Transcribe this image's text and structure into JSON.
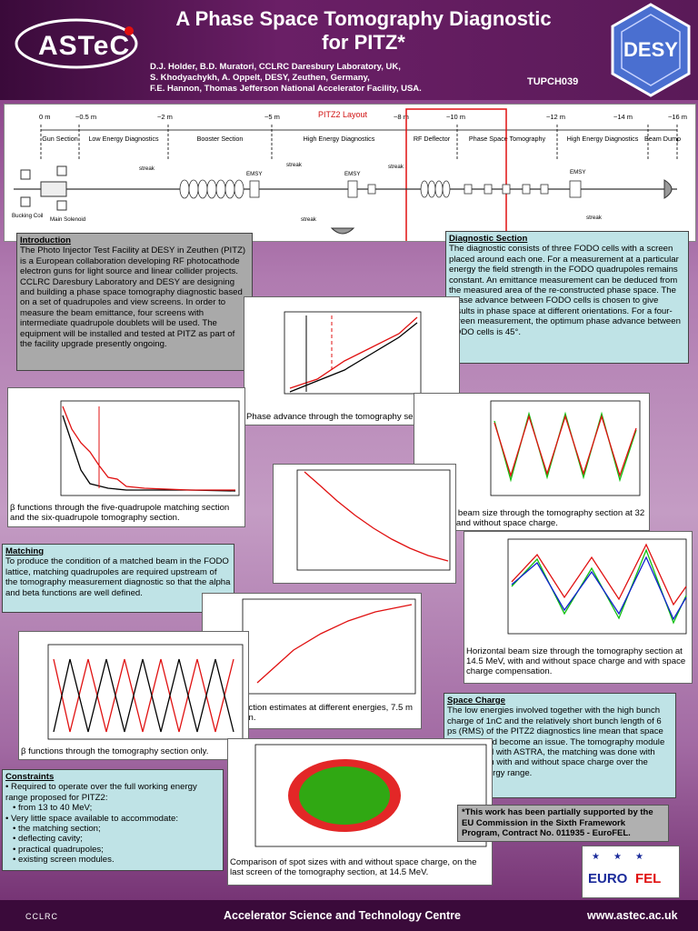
{
  "header": {
    "logo_text": "ASTeC",
    "title_line1": "A Phase Space Tomography Diagnostic",
    "title_line2": "for PITZ*",
    "authors": [
      "D.J. Holder, B.D. Muratori, CCLRC Daresbury Laboratory, UK,",
      "S. Khodyachykh, A. Oppelt, DESY, Zeuthen, Germany,",
      "F.E. Hannon, Thomas Jefferson National Accelerator Facility, USA."
    ],
    "code": "TUPCH039",
    "desy_text": "DESY"
  },
  "layout": {
    "title": "PITZ2 Layout",
    "distances": [
      "0 m",
      "~0.5 m",
      "~2 m",
      "~5 m",
      "~8 m",
      "~10 m",
      "~12 m",
      "~14 m",
      "~16 m"
    ],
    "sections": [
      "Gun Section",
      "Low Energy Diagnostics",
      "Booster Section",
      "High Energy Diagnostics",
      "RF Deflector",
      "Phase Space Tomography",
      "High Energy Diagnostics",
      "Beam Dump"
    ],
    "labels": [
      "Bucking Coil",
      "Main Solenoid",
      "streak",
      "EMSY",
      "streak",
      "EMSY",
      "streak",
      "streak",
      "EMSY",
      "streak"
    ]
  },
  "intro": {
    "heading": "Introduction",
    "text": "The Photo Injector Test Facility at DESY in Zeuthen (PITZ) is a European collaboration developing RF photocathode electron guns for light source and linear collider projects. CCLRC Daresbury Laboratory and DESY are designing and building a phase space tomography diagnostic based on a set of quadrupoles and view screens. In order to measure the beam emittance, four screens with intermediate quadrupole doublets will be used. The equipment will be installed and tested at PITZ as part of the facility upgrade presently ongoing."
  },
  "diagnostic": {
    "heading": "Diagnostic Section",
    "text": "The diagnostic consists of three FODO cells with a screen placed around each one. For a measurement at a particular energy the field strength in the FODO quadrupoles remains constant. An emittance measurement can be deduced from the measured area of the re-constructed phase space. The phase advance between FODO cells is chosen to give results in phase space at different orientations. For a four-screen measurement, the optimum phase advance between FODO cells is 45°."
  },
  "matching": {
    "heading": "Matching",
    "text": "To produce the condition of a matched beam in the FODO lattice, matching quadrupoles are required upstream of the tomography measurement diagnostic so that the alpha and beta functions are well defined."
  },
  "space_charge": {
    "heading": "Space Charge",
    "text": "The low energies involved together with the high bunch charge of 1nC and the relatively short bunch length of 6 ps (RMS) of the PITZ2 diagnostics line mean that space charge could become an issue. The tomography module was tracked with ASTRA, the matching was done with MADX, both with and without space charge over the desired energy range."
  },
  "constraints": {
    "heading": "Constraints",
    "items": [
      "• Required to operate over the full working energy range proposed for PITZ2:",
      "• from 13 to 40 MeV;",
      "• Very little space available to accommodate:",
      "• the matching section;",
      "• deflecting cavity;",
      "• practical quadrupoles;",
      "• existing screen modules."
    ]
  },
  "support": "*This work has been partially supported by the EU Commission in the Sixth Framework Program, Contract No. 011935 - EuroFEL.",
  "eurofel": {
    "euro": "EURO",
    "fel": "FEL"
  },
  "captions": {
    "phase_advance": "Phase advance through the tomography section.",
    "beta_five": "β functions through the five-quadrupole matching section and the six-quadrupole tomography section.",
    "horiz32": "Horizontal beam size through the tomography section at 32 MeV, with and without space charge.",
    "horiz14": "Horizontal beam size through the tomography section at 14.5 MeV, with and without space charge and with space charge compensation.",
    "alpha_beta": "α and β function estimates at different energies, 7.5 m from the gun.",
    "beta_tomo": "β functions through the tomography section only.",
    "spot": "Comparison of spot sizes with and without space charge, on the last screen of the tomography section, at 14.5 MeV."
  },
  "footer": {
    "center": "Accelerator Science and Technology Centre",
    "url": "www.astec.ac.uk",
    "cclrc": "CCLRC"
  },
  "colors": {
    "red": "#e01010",
    "green": "#10c010",
    "blue": "#1020d0",
    "black": "#000000"
  }
}
